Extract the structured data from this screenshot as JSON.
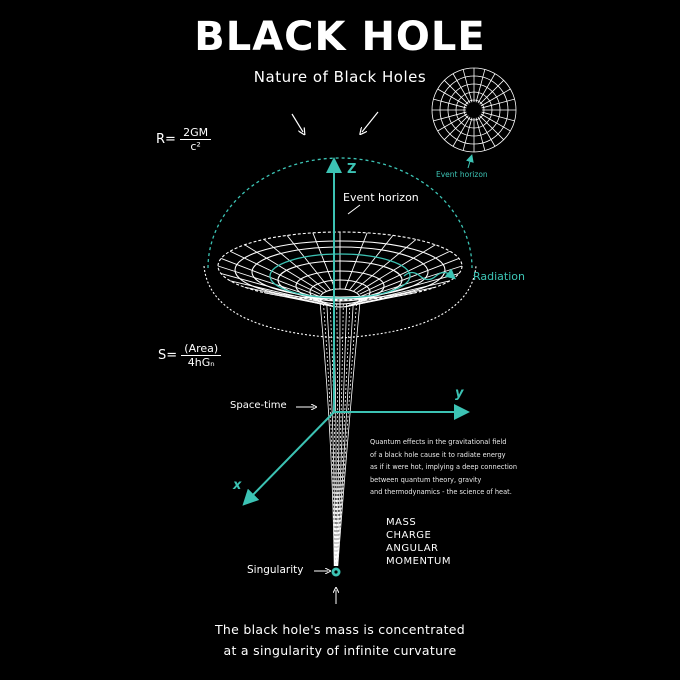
{
  "title": "BLACK HOLE",
  "subtitle": "Nature of Black Holes",
  "formula_radius": {
    "lhs": "R=",
    "numerator": "2GM",
    "denominator": "c²"
  },
  "formula_entropy": {
    "lhs": "S=",
    "numerator": "(Area)",
    "denominator": "4hGₙ"
  },
  "labels": {
    "event_horizon_main": "Event horizon",
    "event_horizon_small": "Event horizon",
    "radiation": "Radiation",
    "space_time": "Space-time",
    "singularity": "Singularity",
    "axis_z": "Z",
    "axis_y": "y",
    "axis_x": "x"
  },
  "note_lines": [
    "Quantum effects in the gravitational field",
    "of a black hole cause it to radiate energy",
    "as if it were hot, implying a deep connection",
    "between quantum theory, gravity",
    "and thermodynamics - the science of heat."
  ],
  "properties": [
    "MASS",
    "CHARGE",
    "ANGULAR",
    "MOMENTUM"
  ],
  "bottom_lines": [
    "The black hole's mass is concentrated",
    "at a singularity of infinite curvature"
  ],
  "colors": {
    "background": "#000000",
    "ink": "#ffffff",
    "accent": "#3cc3b4"
  }
}
